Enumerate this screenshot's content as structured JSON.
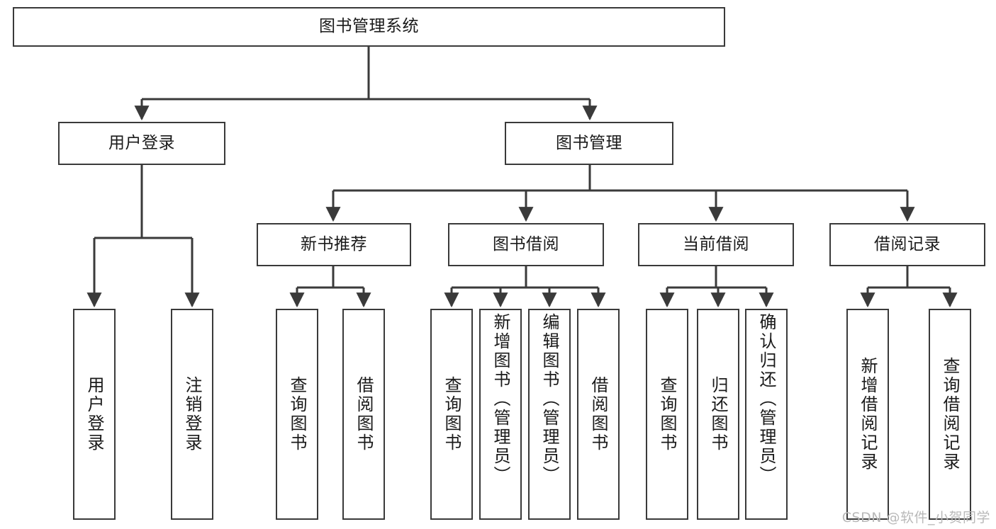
{
  "diagram": {
    "title": "图书管理系统",
    "watermark": "CSDN @软件_小贺同学",
    "type": "tree-hierarchy-diagram",
    "colors": {
      "box_border": "#3a3a3a",
      "box_fill": "#ffffff",
      "connector": "#3a3a3a",
      "text": "#1a1a1a",
      "watermark": "#b9b9b9",
      "background": "#ffffff"
    },
    "root": {
      "label": "图书管理系统"
    },
    "level2": [
      {
        "label": "用户登录"
      },
      {
        "label": "图书管理"
      }
    ],
    "level3": [
      {
        "label": "新书推荐"
      },
      {
        "label": "图书借阅"
      },
      {
        "label": "当前借阅"
      },
      {
        "label": "借阅记录"
      }
    ],
    "leaves": {
      "user_login": [
        {
          "label": "用户登录"
        },
        {
          "label": "注销登录"
        }
      ],
      "new_book_recommend": [
        {
          "label": "查询图书"
        },
        {
          "label": "借阅图书"
        }
      ],
      "book_borrow": [
        {
          "label": "查询图书"
        },
        {
          "label": "新增图书（管理员）"
        },
        {
          "label": "编辑图书（管理员）"
        },
        {
          "label": "借阅图书"
        }
      ],
      "current_borrow": [
        {
          "label": "查询图书"
        },
        {
          "label": "归还图书"
        },
        {
          "label": "确认归还（管理员）"
        }
      ],
      "borrow_records": [
        {
          "label": "新增借阅记录"
        },
        {
          "label": "查询借阅记录"
        }
      ]
    }
  }
}
